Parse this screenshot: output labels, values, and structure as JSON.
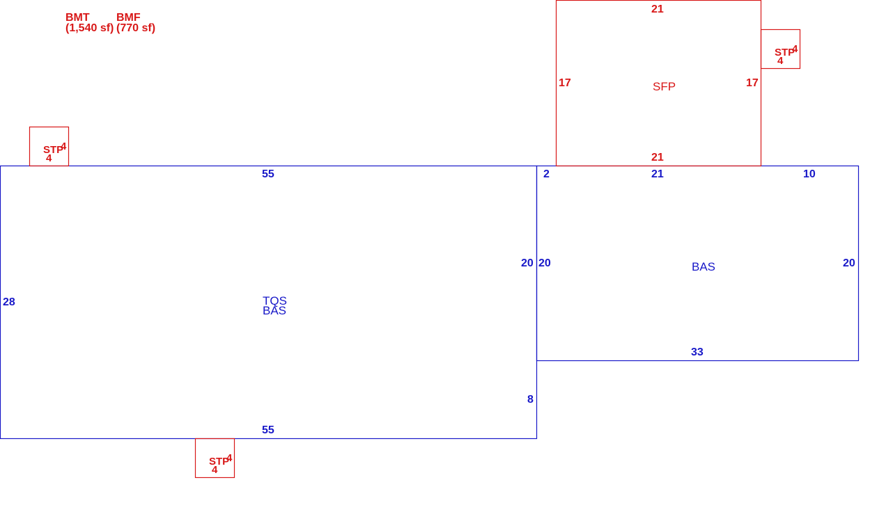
{
  "colors": {
    "addition": "#d81818",
    "main": "#1818c8",
    "background": "#ffffff"
  },
  "legend": {
    "bmt": {
      "code": "BMT",
      "area": "(1,540 sf)"
    },
    "bmf": {
      "code": "BMF",
      "area": "(770 sf)"
    }
  },
  "areas": {
    "main_upper": "TQS",
    "main_lower": "BAS",
    "right": "BAS",
    "top": "SFP",
    "stoop": "STP"
  },
  "dims": {
    "main_top": "55",
    "main_bottom": "55",
    "main_left": "28",
    "main_right_upper": "20",
    "main_right_lower": "8",
    "right_top_jog": "2",
    "right_top_mid": "21",
    "right_top_end": "10",
    "right_left": "20",
    "right_right": "20",
    "right_bottom": "33",
    "sfp_top": "21",
    "sfp_bottom": "21",
    "sfp_left": "17",
    "sfp_right": "17",
    "stp_side": "4"
  }
}
